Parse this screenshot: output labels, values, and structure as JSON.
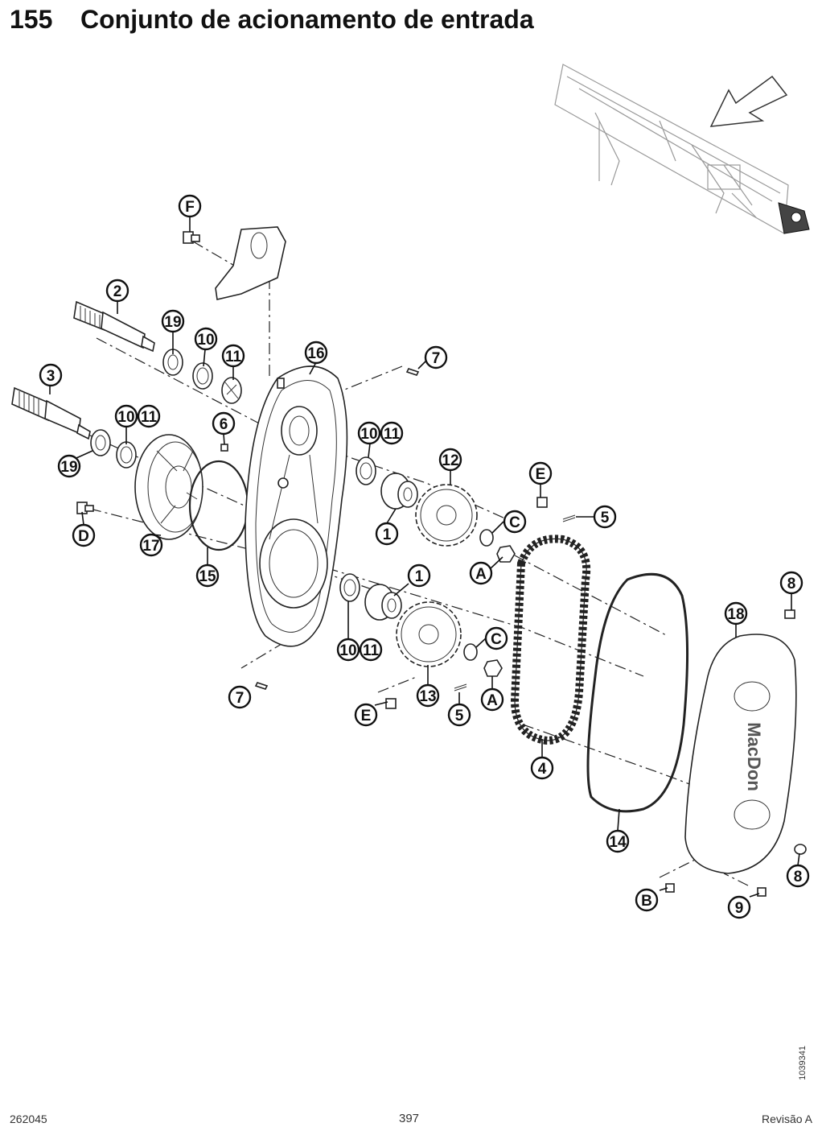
{
  "header": {
    "section_number": "155",
    "title": "Conjunto de acionamento de entrada"
  },
  "callouts": [
    {
      "label": "F"
    },
    {
      "label": "2"
    },
    {
      "label": "19"
    },
    {
      "label": "10"
    },
    {
      "label": "11"
    },
    {
      "label": "16"
    },
    {
      "label": "7"
    },
    {
      "label": "3"
    },
    {
      "label": "10"
    },
    {
      "label": "11"
    },
    {
      "label": "6"
    },
    {
      "label": "10"
    },
    {
      "label": "11"
    },
    {
      "label": "19"
    },
    {
      "label": "12"
    },
    {
      "label": "E"
    },
    {
      "label": "5"
    },
    {
      "label": "C"
    },
    {
      "label": "D"
    },
    {
      "label": "1"
    },
    {
      "label": "17"
    },
    {
      "label": "15"
    },
    {
      "label": "A"
    },
    {
      "label": "1"
    },
    {
      "label": "8"
    },
    {
      "label": "18"
    },
    {
      "label": "C"
    },
    {
      "label": "10"
    },
    {
      "label": "11"
    },
    {
      "label": "7"
    },
    {
      "label": "13"
    },
    {
      "label": "A"
    },
    {
      "label": "E"
    },
    {
      "label": "5"
    },
    {
      "label": "4"
    },
    {
      "label": "14"
    },
    {
      "label": "8"
    },
    {
      "label": "B"
    },
    {
      "label": "9"
    }
  ],
  "cover_logo_text": "MacDon",
  "figure_id": "1039341",
  "footer": {
    "doc_number": "262045",
    "page_number": "397",
    "revision": "Revisão  A"
  },
  "icons": {
    "locator_arrow": "arrow-icon"
  }
}
